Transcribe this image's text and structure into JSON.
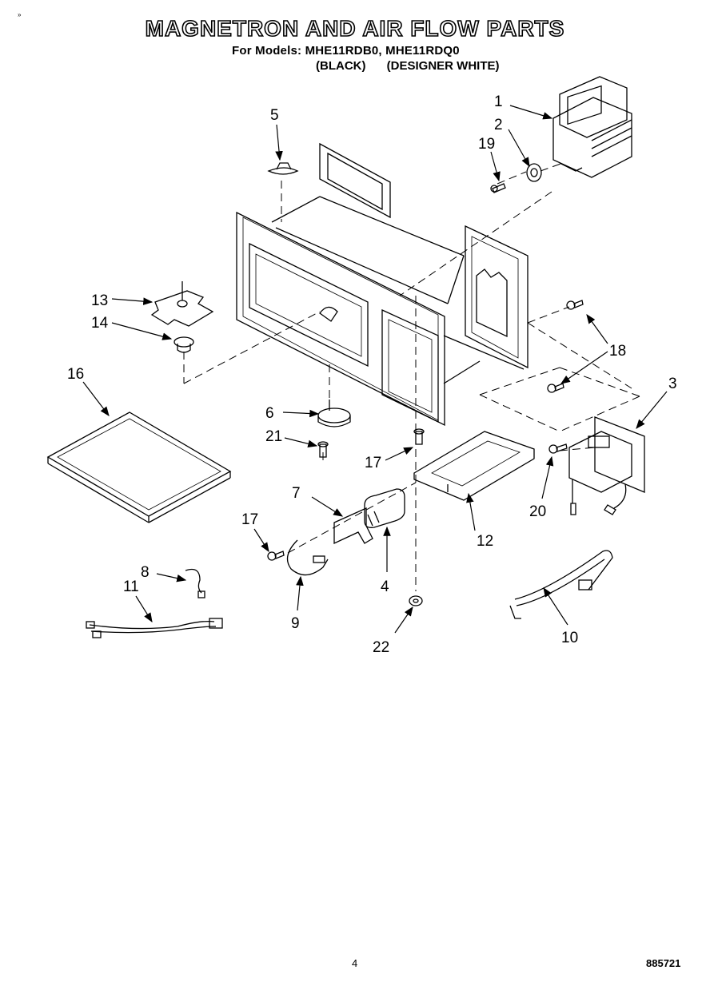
{
  "header": {
    "title": "MAGNETRON AND AIR FLOW PARTS",
    "models_line": "For Models: MHE11RDB0, MHE11RDQ0",
    "variant_black": "(BLACK)",
    "variant_white": "(DESIGNER WHITE)"
  },
  "callouts": {
    "c1": "1",
    "c2": "2",
    "c3": "3",
    "c4": "4",
    "c5": "5",
    "c6": "6",
    "c7": "7",
    "c8": "8",
    "c9": "9",
    "c10": "10",
    "c11": "11",
    "c12": "12",
    "c13": "13",
    "c14": "14",
    "c16": "16",
    "c17a": "17",
    "c17b": "17",
    "c18": "18",
    "c19": "19",
    "c20": "20",
    "c21": "21",
    "c22": "22"
  },
  "footer": {
    "page_number": "4",
    "doc_number": "885721"
  }
}
